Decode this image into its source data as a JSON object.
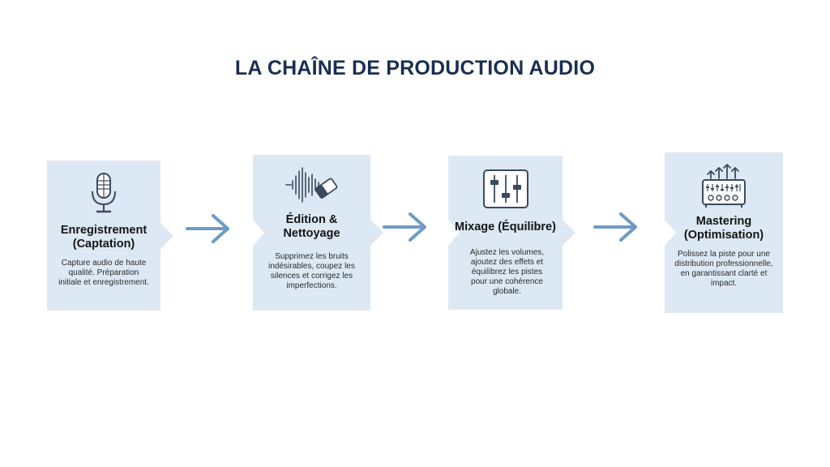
{
  "title": "LA CHAÎNE DE PRODUCTION AUDIO",
  "colors": {
    "title": "#1a2e52",
    "card_bg": "#dce9f4",
    "arrow": "#6e9bc4",
    "icon_stroke": "#3a4a5e"
  },
  "steps": [
    {
      "icon": "microphone-icon",
      "title": "Enregistrement (Captation)",
      "description": "Capture audio de haute qualité. Préparation initiale et enregistrement."
    },
    {
      "icon": "waveform-eraser-icon",
      "title": "Édition & Nettoyage",
      "description": "Supprimez les bruits indésirables, coupez les silences et corrigez les imperfections."
    },
    {
      "icon": "mixer-faders-icon",
      "title": "Mixage (Équilibre)",
      "description": "Ajustez les volumes, ajoutez des effets et équilibrez les pistes pour une cohérence globale."
    },
    {
      "icon": "mastering-console-icon",
      "title": "Mastering (Optimisation)",
      "description": "Polissez la piste pour une distribution professionnelle, en garantissant clarté et impact."
    }
  ]
}
